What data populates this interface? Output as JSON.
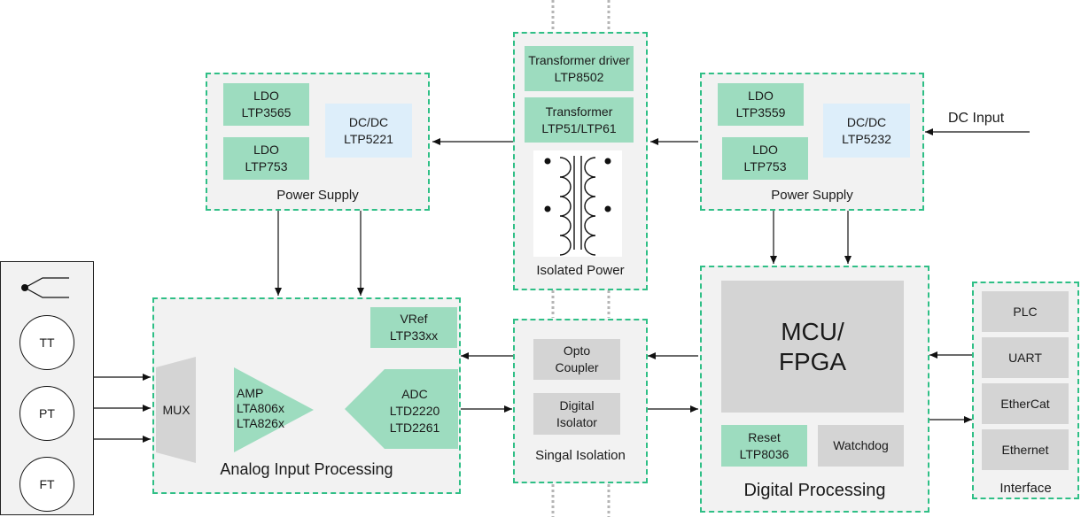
{
  "diagram": {
    "left_power": {
      "title": "Power Supply",
      "ldo1": {
        "line1": "LDO",
        "line2": "LTP3565"
      },
      "ldo2": {
        "line1": "LDO",
        "line2": "LTP753"
      },
      "dcdc": {
        "line1": "DC/DC",
        "line2": "LTP5221"
      }
    },
    "isolated_power": {
      "title": "Isolated Power",
      "driver": {
        "line1": "Transformer driver",
        "line2": "LTP8502"
      },
      "transformer": {
        "line1": "Transformer",
        "line2": "LTP51/LTP61"
      }
    },
    "right_power": {
      "title": "Power Supply",
      "ldo1": {
        "line1": "LDO",
        "line2": "LTP3559"
      },
      "ldo2": {
        "line1": "LDO",
        "line2": "LTP753"
      },
      "dcdc": {
        "line1": "DC/DC",
        "line2": "LTP5232"
      }
    },
    "dc_input": "DC Input",
    "sensors": [
      "TT",
      "PT",
      "FT"
    ],
    "analog": {
      "title": "Analog Input Processing",
      "mux": "MUX",
      "amp": {
        "line1": "AMP",
        "line2": "LTA806x",
        "line3": "LTA826x"
      },
      "vref": {
        "line1": "VRef",
        "line2": "LTP33xx"
      },
      "adc": {
        "line1": "ADC",
        "line2": "LTD2220",
        "line3": "LTD2261"
      }
    },
    "isolation": {
      "title": "Singal Isolation",
      "opto": {
        "line1": "Opto",
        "line2": "Coupler"
      },
      "digital": {
        "line1": "Digital",
        "line2": "Isolator"
      }
    },
    "digital": {
      "title": "Digital Processing",
      "mcu": {
        "line1": "MCU/",
        "line2": "FPGA"
      },
      "reset": {
        "line1": "Reset",
        "line2": "LTP8036"
      },
      "watchdog": "Watchdog"
    },
    "interface": {
      "title": "Interface",
      "items": [
        "PLC",
        "UART",
        "EtherCat",
        "Ethernet"
      ]
    }
  }
}
